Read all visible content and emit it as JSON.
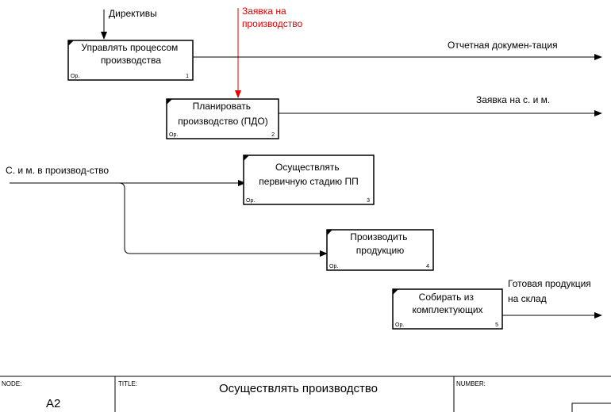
{
  "colors": {
    "line": "#000000",
    "highlight": "#e00000"
  },
  "boxes": [
    {
      "title_lines": [
        "Управлять процессом",
        "производства"
      ],
      "ref": "Ор.",
      "number": "1"
    },
    {
      "title_lines": [
        "Планировать",
        "производство (ПДО)"
      ],
      "ref": "Ор.",
      "number": "2"
    },
    {
      "title_lines": [
        "Осуществлять",
        "первичную стадию ПП"
      ],
      "ref": "Ор.",
      "number": "3"
    },
    {
      "title_lines": [
        "Производить",
        "продукцию"
      ],
      "ref": "Ор.",
      "number": "4"
    },
    {
      "title_lines": [
        "Собирать из",
        "комплектующих"
      ],
      "ref": "Ор.",
      "number": "5"
    }
  ],
  "arrows": {
    "directives": "Директивы",
    "production_request_lines": [
      "Заявка на",
      "производство"
    ],
    "reporting_docs": "Отчетная докумен-тация",
    "materials_request": "Заявка на с. и м.",
    "materials_in": "С. и м. в производ-ство",
    "finished_goods_lines": [
      "Готовая продукция",
      "на склад"
    ]
  },
  "frame": {
    "node_tag": "NODE:",
    "node_value": "A2",
    "title_tag": "TITLE:",
    "title_value": "Осуществлять производство",
    "number_tag": "NUMBER:"
  }
}
